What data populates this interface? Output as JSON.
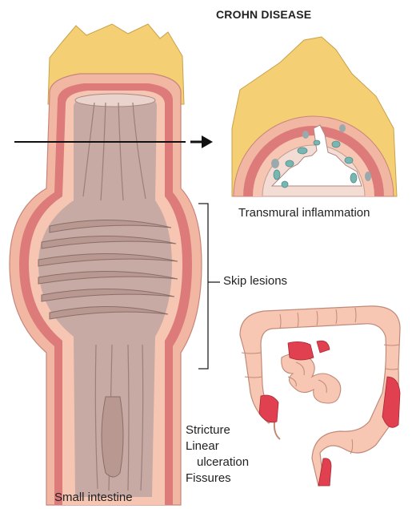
{
  "title": "CROHN DISEASE",
  "labels": {
    "transmural": "Transmural inflammation",
    "skip": "Skip lesions",
    "stricture": "Stricture",
    "linear": "Linear",
    "ulceration": "ulceration",
    "fissures": "Fissures",
    "small_intestine": "Small intestine"
  },
  "colors": {
    "fat": "#f4cf74",
    "fat_edge": "#c9a14a",
    "wall": "#f2b7a3",
    "muscle": "#dd7b7b",
    "mucosa": "#c7aaa3",
    "lumen": "#e9d3cc",
    "lesion": "#e0404f",
    "colon": "#f7c7b4",
    "granuloma": "#79b6b2"
  }
}
